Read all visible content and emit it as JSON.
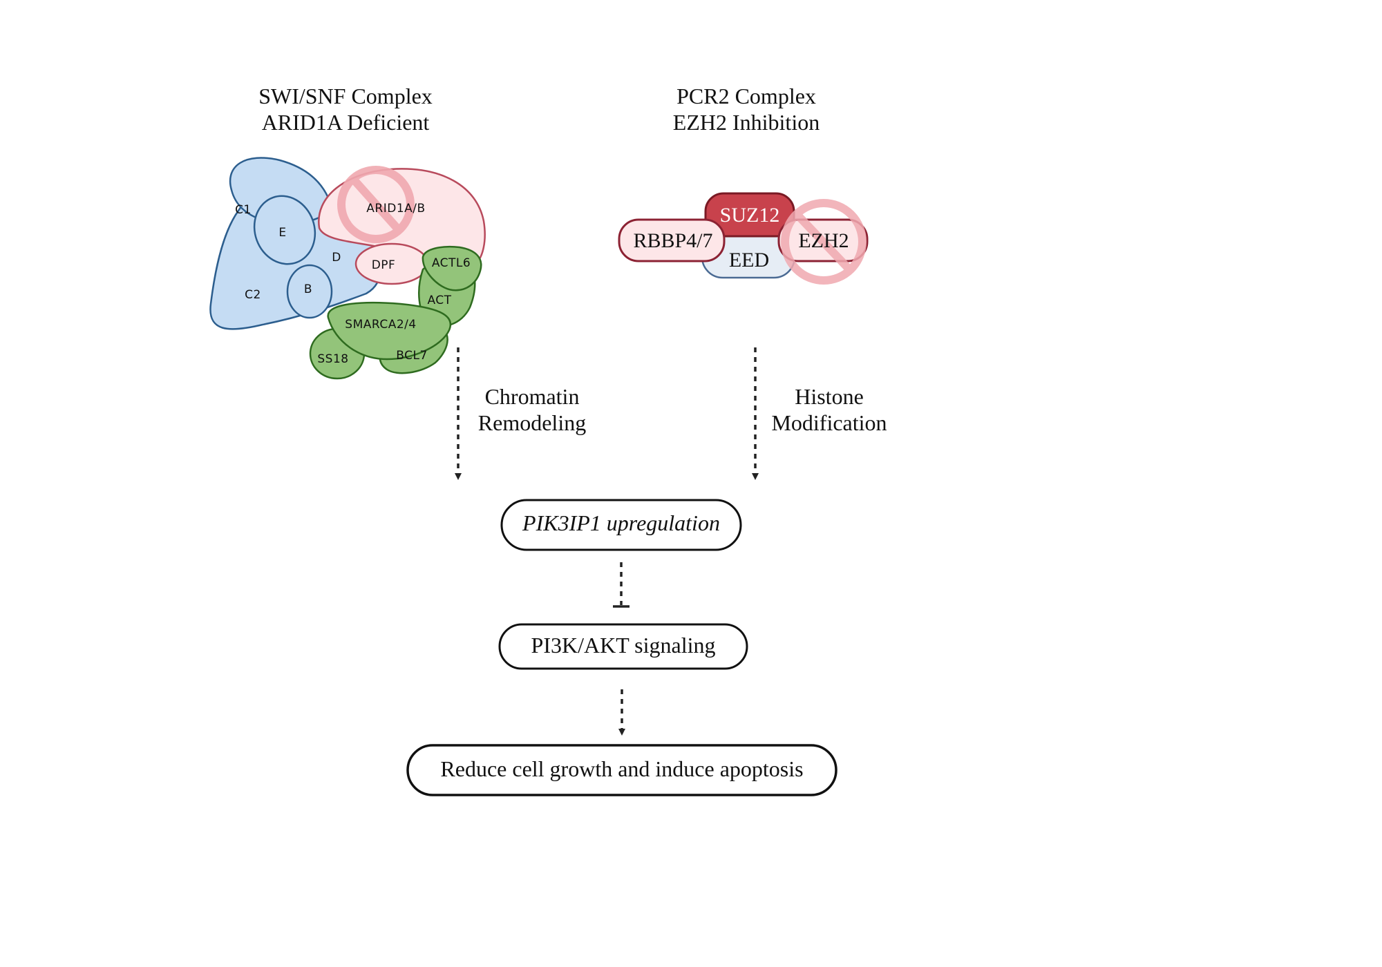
{
  "swisnf": {
    "title_line1": "SWI/SNF Complex",
    "title_line2": "ARID1A Deficient",
    "subunits": {
      "c1": "C1",
      "e": "E",
      "d": "D",
      "c2": "C2",
      "b": "B",
      "arid1a": "ARID1A/B",
      "dpf": "DPF",
      "actl6": "ACTL6",
      "act": "ACT",
      "smarca": "SMARCA2/4",
      "ss18": "SS18",
      "bcl7": "BCL7"
    }
  },
  "prc2": {
    "title_line1": "PCR2 Complex",
    "title_line2": "EZH2 Inhibition",
    "subunits": {
      "suz12": "SUZ12",
      "rbbp": "RBBP4/7",
      "eed": "EED",
      "ezh2": "EZH2"
    }
  },
  "arrows": {
    "left_line1": "Chromatin",
    "left_line2": "Remodeling",
    "right_line1": "Histone",
    "right_line2": "Modification"
  },
  "flow": {
    "pik3ip1": "PIK3IP1 upregulation",
    "pi3k": "PI3K/AKT signaling",
    "outcome": "Reduce cell growth and induce apoptosis"
  },
  "colors": {
    "blue_fill": "#c5dcf3",
    "blue_stroke": "#2c5e8e",
    "pink_fill": "#fde6e8",
    "pink_stroke": "#b84a5c",
    "green_fill": "#93c47a",
    "green_stroke": "#2e6b1f",
    "suz12_fill": "#c8424c",
    "eed_fill": "#e6edf5",
    "inhibit": "#f0a9b0"
  }
}
